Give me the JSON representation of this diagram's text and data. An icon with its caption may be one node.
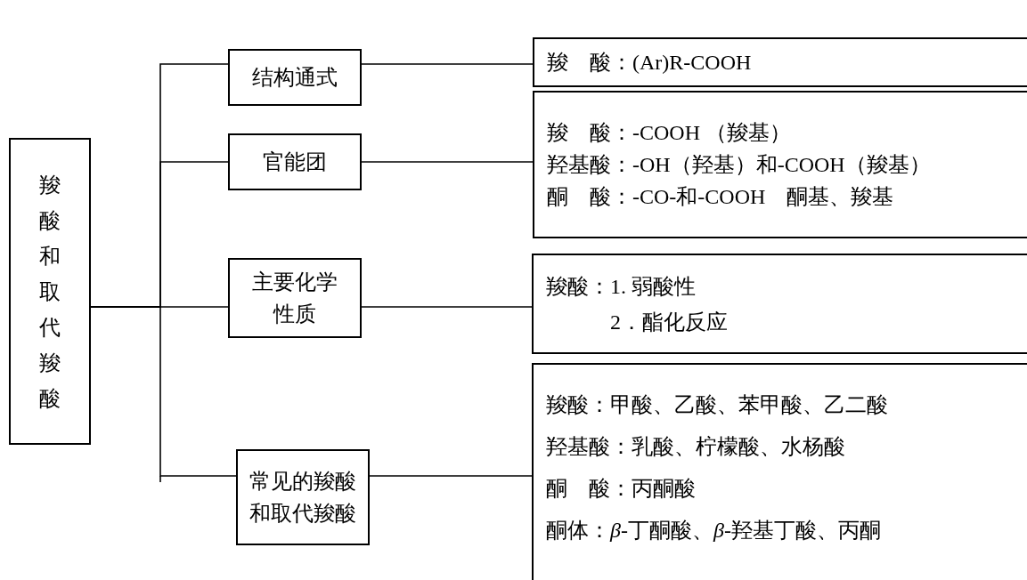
{
  "diagram": {
    "nodes": [
      {
        "text": [
          "羧酸和取代羧酸"
        ]
      },
      {
        "text": [
          "结构通式"
        ]
      },
      {
        "text": [
          "官能团"
        ]
      },
      {
        "text": [
          "主要化学性质"
        ]
      },
      {
        "text": [
          "常见的羧酸和取代羧酸"
        ]
      },
      {
        "text": [
          "羧　酸：(Ar)R-COOH"
        ]
      },
      {
        "text": [
          "羧　酸：-COOH （羧基）",
          "羟基酸：-OH（羟基）和-COOH（羧基）",
          "酮　酸：-CO-和-COOH　酮基、羧基"
        ]
      },
      {
        "text": [
          "羧酸：1. 弱酸性",
          "2．酯化反应"
        ]
      },
      {
        "text": [
          "羧酸：甲酸、乙酸、苯甲酸、乙二酸",
          "羟基酸：乳酸、柠檬酸、水杨酸",
          "酮　酸：丙酮酸",
          "酮体：*β*-丁酮酸、*β*-羟基丁酸、丙酮"
        ]
      }
    ],
    "edges": [
      {
        "from": 0,
        "to": 1,
        "arrow": "none"
      },
      {
        "from": 0,
        "to": 2,
        "arrow": "none"
      },
      {
        "from": 0,
        "to": 3,
        "arrow": "none"
      },
      {
        "from": 0,
        "to": 4,
        "arrow": "none"
      },
      {
        "from": 1,
        "to": 5,
        "arrow": "none"
      },
      {
        "from": 2,
        "to": 6,
        "arrow": "none"
      },
      {
        "from": 3,
        "to": 7,
        "arrow": "none"
      },
      {
        "from": 4,
        "to": 8,
        "arrow": "none"
      }
    ]
  }
}
